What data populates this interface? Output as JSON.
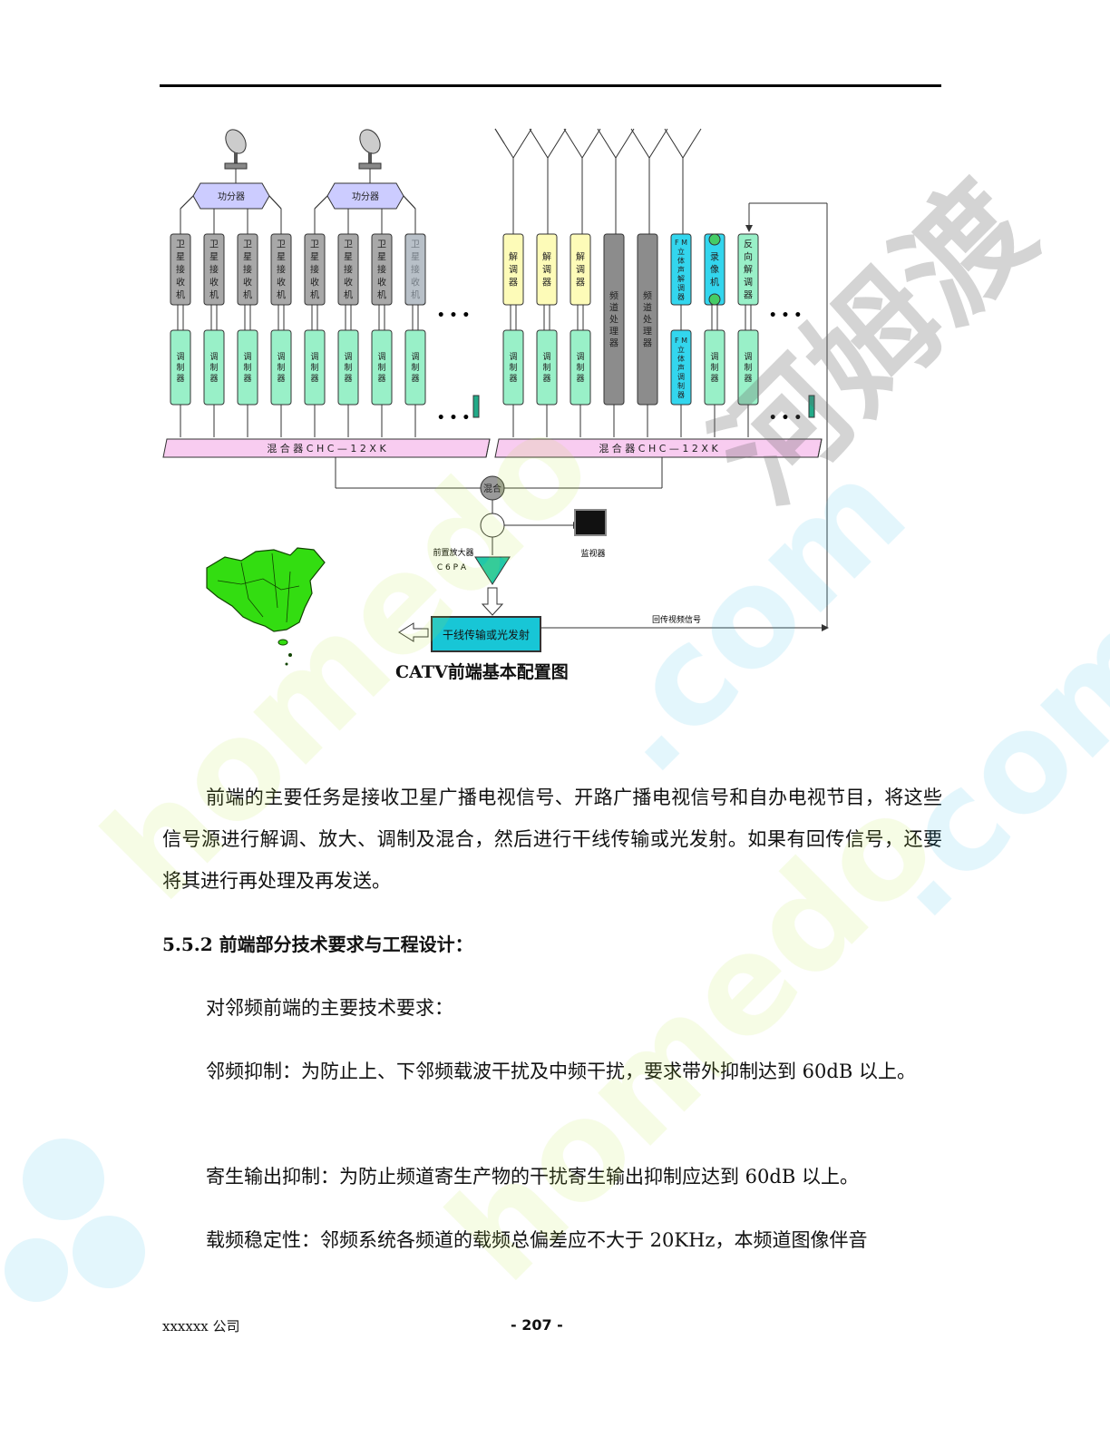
{
  "diagram": {
    "splitter_label": "功分器",
    "sat_receiver_label": [
      "卫",
      "星",
      "接",
      "收",
      "机"
    ],
    "modulator_label": [
      "调",
      "制",
      "器"
    ],
    "demod_label": [
      "解",
      "调",
      "器"
    ],
    "channel_proc_label": [
      "频",
      "道",
      "处",
      "理",
      "器"
    ],
    "fm_demod_label": [
      "F M",
      "立",
      "体",
      "声",
      "解",
      "调",
      "器"
    ],
    "fm_mod_label": [
      "F M",
      "立",
      "体",
      "声",
      "调",
      "制",
      "器"
    ],
    "vcr_label": [
      "录",
      "像",
      "机"
    ],
    "reverse_demod_label": [
      "反",
      "向",
      "解",
      "调",
      "器"
    ],
    "mixer_left": "混 合 器   C H C — 1 2 X K",
    "mixer_right": "混 合 器   C H C — 1 2 X K",
    "combine_label": "混合",
    "preamp_label": "前置放大器",
    "preamp_model": "C 6 P A",
    "monitor_label": "监视器",
    "trunk_label": "干线传输或光发射",
    "return_label": "回传视频信号",
    "ellipsis": "• • •",
    "colors": {
      "receiver": "#a8a8a8",
      "modulator": "#99f0c8",
      "demod": "#fdfbb8",
      "channel_proc": "#8c8c8c",
      "fm": "#33d6ee",
      "mixer": "#f8ccf0",
      "amp": "#22c8a8",
      "trunk": "#18c6d6",
      "map": "#33dd11"
    }
  },
  "caption": "CATV前端基本配置图",
  "paragraphs": {
    "p1": "前端的主要任务是接收卫星广播电视信号、开路广播电视信号和自办电视节目，将这些信号源进行解调、放大、调制及混合，然后进行干线传输或光发射。如果有回传信号，还要将其进行再处理及再发送。",
    "heading": "5.5.2 前端部分技术要求与工程设计：",
    "p2": "对邻频前端的主要技术要求：",
    "p3": "邻频抑制：为防止上、下邻频载波干扰及中频干扰，要求带外抑制达到 60dB 以上。",
    "p4": "寄生输出抑制：为防止频道寄生产物的干扰寄生输出抑制应达到 60dB 以上。",
    "p5": "载频稳定性：邻频系统各频道的载频总偏差应不大于 20KHz，本频道图像伴音"
  },
  "footer": {
    "company": "xxxxxx 公司",
    "page": "- 207 -"
  }
}
